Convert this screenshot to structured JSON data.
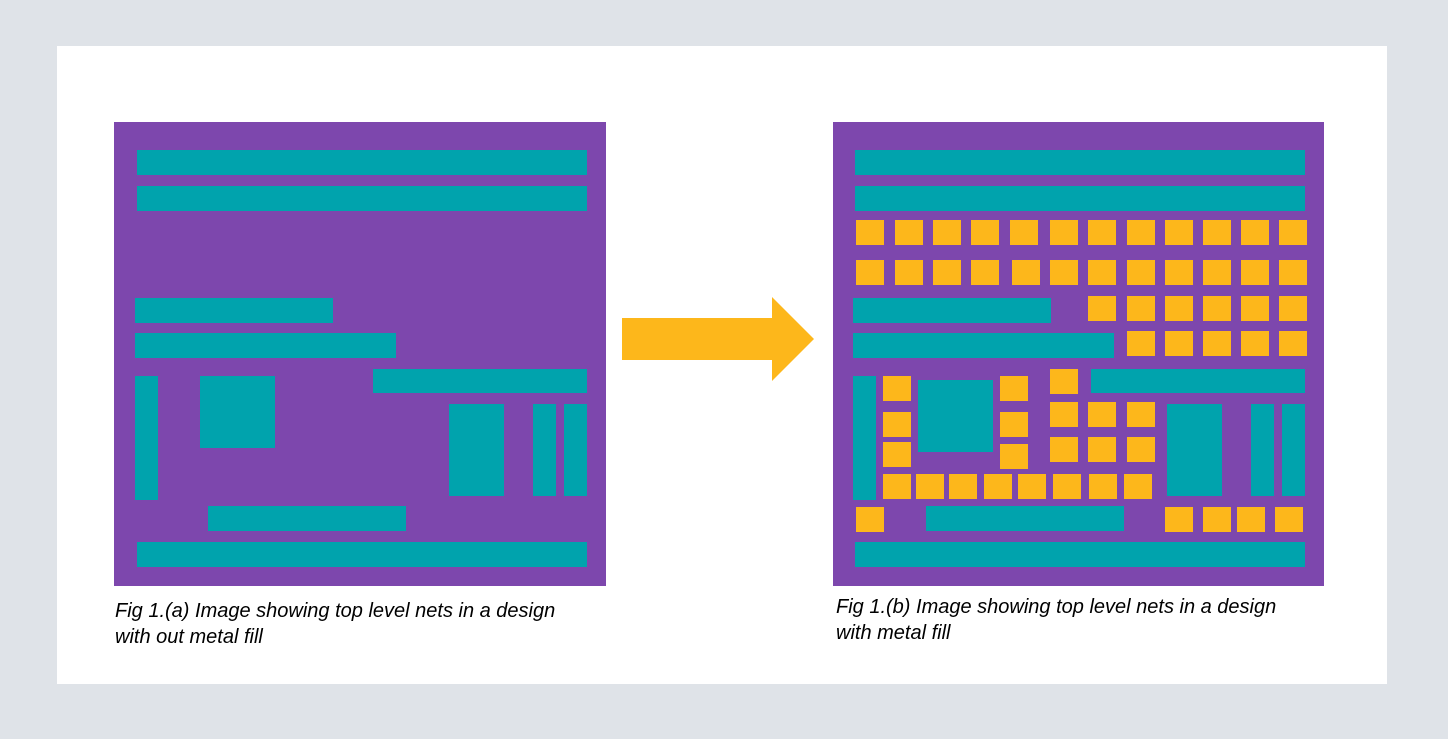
{
  "colors": {
    "page_background": "#dfe3e8",
    "card_background": "#ffffff",
    "die_background": "#7d47ad",
    "net_color": "#00a3ad",
    "fill_color": "#fdb71b",
    "arrow_color": "#fdb71b",
    "caption_color": "#000000"
  },
  "figure_a": {
    "caption_line1": "Fig 1.(a) Image showing top level nets in a design",
    "caption_line2": "with out metal fill"
  },
  "figure_b": {
    "caption_line1": "Fig 1.(b) Image showing top level nets in a design",
    "caption_line2": "with metal fill"
  },
  "arrow": {
    "icon": "right-arrow-icon"
  }
}
